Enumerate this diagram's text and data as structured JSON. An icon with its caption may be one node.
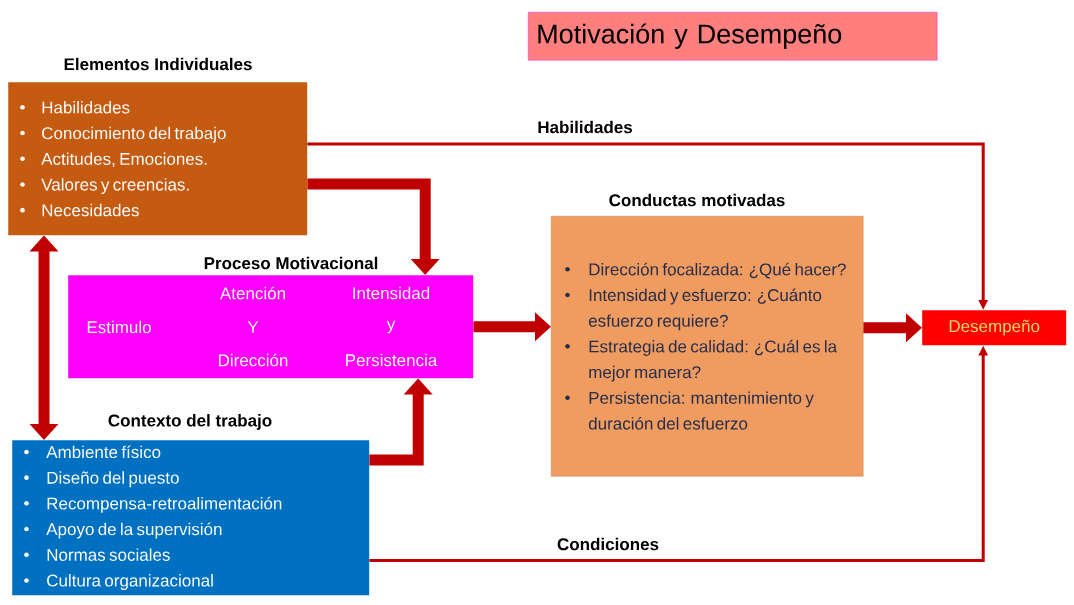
{
  "diagram": {
    "title": "Motivación y Desempeño",
    "nodes": [
      {
        "text": [
          "Elementos Individuales",
          "Habilidades",
          "Conocimiento del trabajo",
          "Actitudes, Emociones.",
          "Valores y creencias.",
          "Necesidades"
        ]
      },
      {
        "text": [
          "Proceso Motivacional",
          "Estimulo",
          "Atención",
          "Y",
          "Dirección",
          "Intensidad",
          "y",
          "Persistencia"
        ]
      },
      {
        "text": [
          "Contexto del trabajo",
          "Ambiente físico",
          "Diseño del puesto",
          "Recompensa-retroalimentación",
          "Apoyo de la supervisión",
          "Normas sociales",
          "Cultura organizacional"
        ]
      },
      {
        "text": [
          "Conductas motivadas",
          "Dirección focalizada: ¿Qué hacer?",
          "Intensidad y esfuerzo: ¿Cuánto esfuerzo requiere?",
          "Estrategia de calidad: ¿Cuál es la mejor manera?",
          "Persistencia: mantenimiento y duración del esfuerzo"
        ]
      },
      {
        "text": [
          "Desempeño"
        ]
      }
    ],
    "edges": [
      {
        "from": 0,
        "to": 4,
        "arrow": "to",
        "label": "Habilidades"
      },
      {
        "from": 0,
        "to": 1,
        "arrow": "to"
      },
      {
        "from": 1,
        "to": 3,
        "arrow": "to"
      },
      {
        "from": 2,
        "to": 1,
        "arrow": "to"
      },
      {
        "from": 3,
        "to": 4,
        "arrow": "to"
      },
      {
        "from": 2,
        "to": 4,
        "arrow": "to",
        "label": "Condiciones"
      },
      {
        "from": 0,
        "to": 2,
        "arrow": "both"
      }
    ]
  }
}
